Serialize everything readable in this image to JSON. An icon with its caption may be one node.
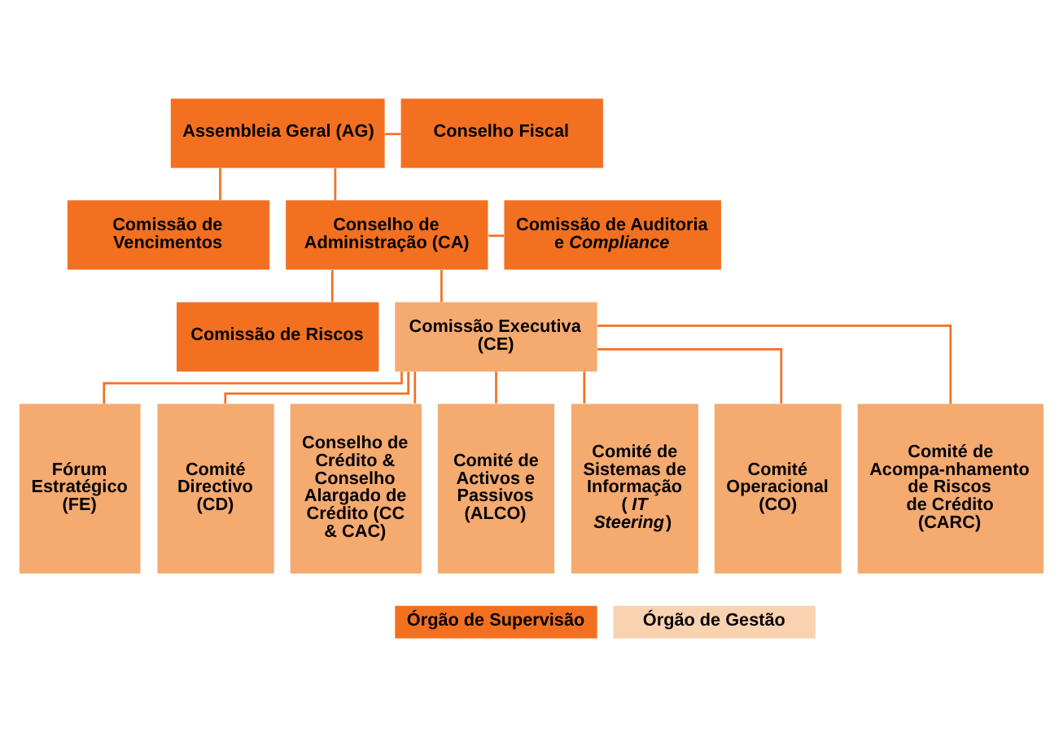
{
  "diagram": {
    "nodes": [
      {
        "text": [
          "Assembleia Geral (AG)"
        ]
      },
      {
        "text": [
          "Conselho Fiscal"
        ]
      },
      {
        "text": [
          "Comissão de Vencimentos"
        ]
      },
      {
        "text": [
          "Conselho de Administração (CA)"
        ]
      },
      {
        "text": [
          "Comissão de Auditoria e *Compliance*"
        ]
      },
      {
        "text": [
          "Comissão de Riscos"
        ]
      },
      {
        "text": [
          "Comissão Executiva (CE)"
        ]
      },
      {
        "text": [
          "Fórum Estratégico (FE)"
        ]
      },
      {
        "text": [
          "Comité Directivo (CD)"
        ]
      },
      {
        "text": [
          "Conselho de Crédito & Conselho Alargado de Crédito (CC & CAC)"
        ]
      },
      {
        "text": [
          "Comité de Activos e Passivos (ALCO)"
        ]
      },
      {
        "text": [
          "Comité de Sistemas de Informação (*IT Steering*)"
        ]
      },
      {
        "text": [
          "Comité Operacional (CO)"
        ]
      },
      {
        "text": [
          "Comité de Acompa-nhamento de Riscos de Crédito (CARC)"
        ]
      }
    ],
    "edges": [
      {
        "from": 0,
        "to": 1,
        "arrow": "none"
      },
      {
        "from": 0,
        "to": 2,
        "arrow": "none"
      },
      {
        "from": 0,
        "to": 3,
        "arrow": "none"
      },
      {
        "from": 3,
        "to": 4,
        "arrow": "none"
      },
      {
        "from": 3,
        "to": 5,
        "arrow": "none"
      },
      {
        "from": 3,
        "to": 6,
        "arrow": "none"
      },
      {
        "from": 6,
        "to": 7,
        "arrow": "none"
      },
      {
        "from": 6,
        "to": 8,
        "arrow": "none"
      },
      {
        "from": 6,
        "to": 9,
        "arrow": "none"
      },
      {
        "from": 6,
        "to": 10,
        "arrow": "none"
      },
      {
        "from": 6,
        "to": 11,
        "arrow": "none"
      },
      {
        "from": 6,
        "to": 12,
        "arrow": "none"
      },
      {
        "from": 6,
        "to": 13,
        "arrow": "none"
      }
    ],
    "legend": [
      {
        "text": "Órgão de Supervisão",
        "color": "#f37021"
      },
      {
        "text": "Órgão de Gestão",
        "color": "#f9d2b0"
      }
    ]
  }
}
